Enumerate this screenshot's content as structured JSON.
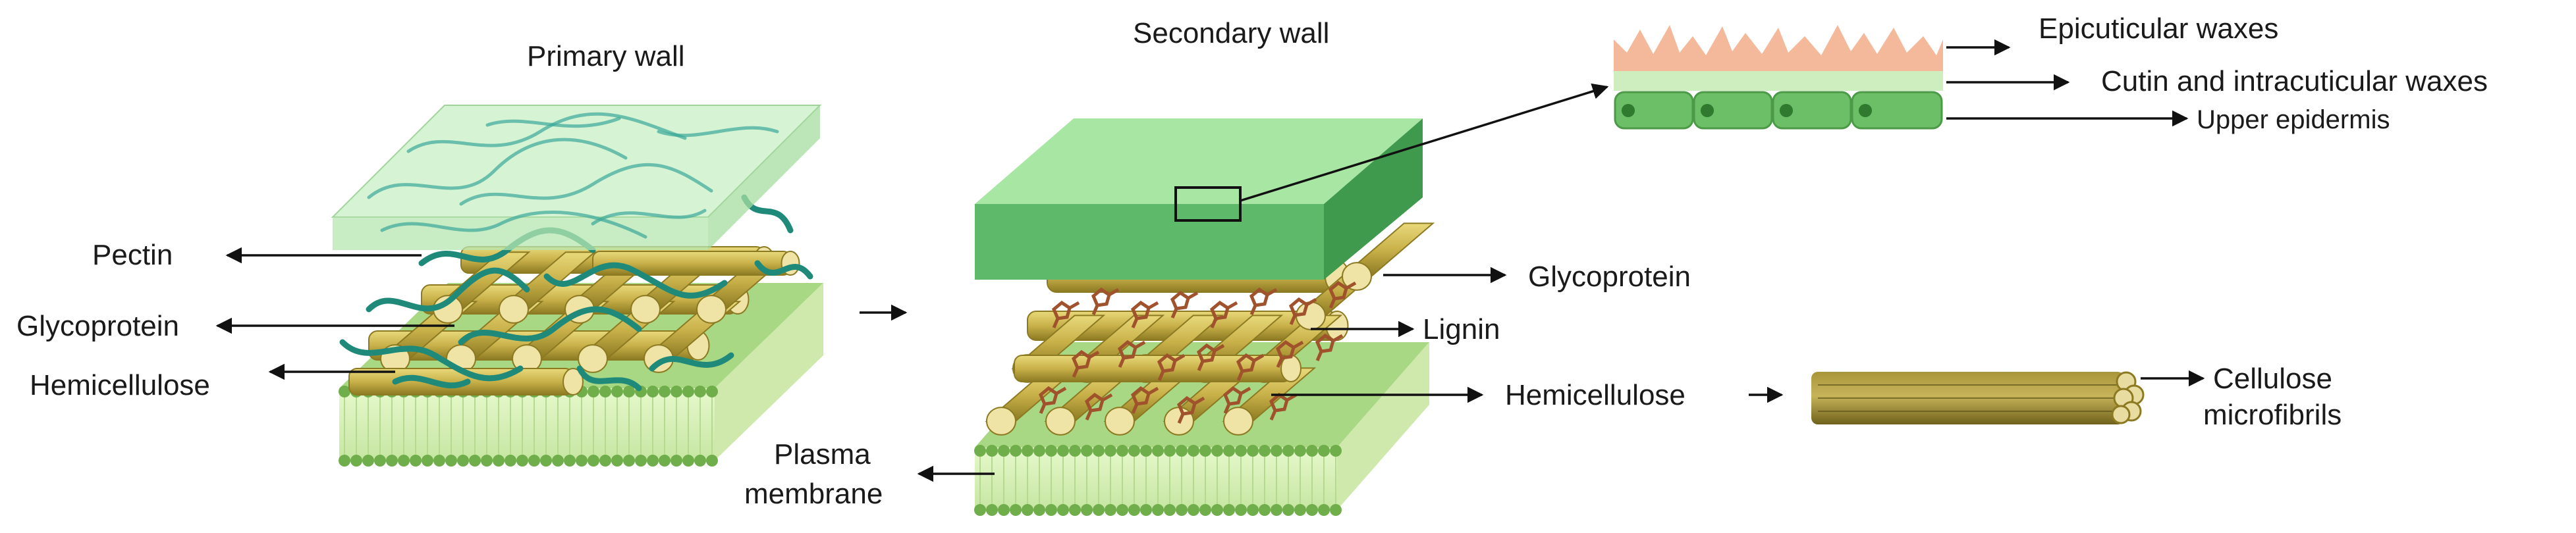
{
  "titles": {
    "primary": "Primary wall",
    "secondary": "Secondary wall"
  },
  "primary_labels": {
    "pectin": "Pectin",
    "glycoprotein": "Glycoprotein",
    "hemicellulose": "Hemicellulose"
  },
  "secondary_labels": {
    "glycoprotein": "Glycoprotein",
    "lignin": "Lignin",
    "hemicellulose": "Hemicellulose",
    "plasma_line1": "Plasma",
    "plasma_line2": "membrane"
  },
  "cuticle_labels": {
    "epicuticular": "Epicuticular waxes",
    "cutin": "Cutin and intracuticular waxes",
    "epidermis": "Upper epidermis"
  },
  "fibril_labels": {
    "line1": "Cellulose",
    "line2": "microfibrils"
  },
  "colors": {
    "cellulose": "#c9b14a",
    "cellulose_dark": "#8c7a22",
    "pectin": "#1f8a7a",
    "lignin": "#a0522d",
    "membrane_head": "#6fae4a",
    "membrane_tail": "#d9f1b8",
    "wall_green": "#6fc07a",
    "primary_glass": "#c8f0c4",
    "wax": "#f4b89a"
  }
}
